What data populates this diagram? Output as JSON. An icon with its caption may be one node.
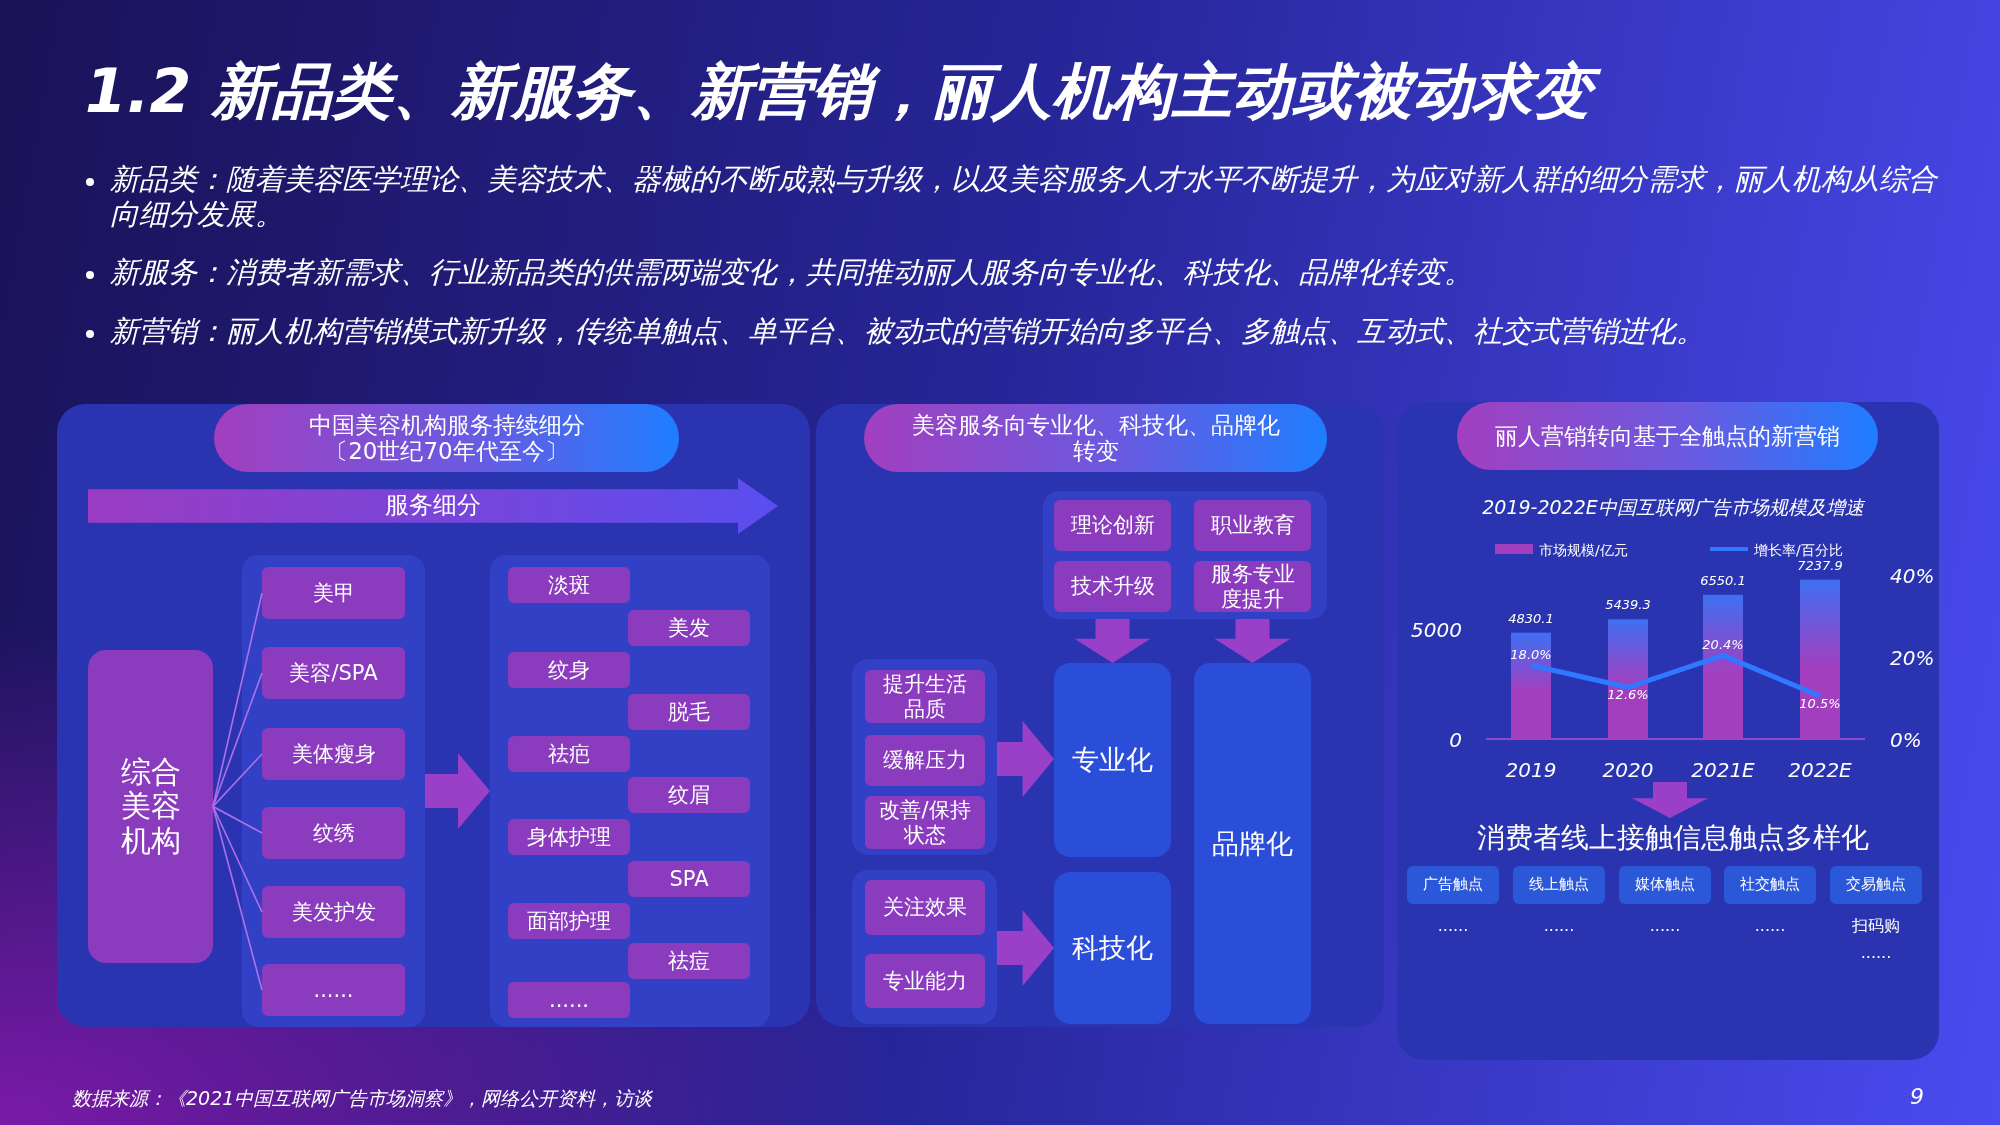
{
  "diagram": {
    "title": "1.2 新品类、新服务、新营销，丽人机构主动或被动求变",
    "nodes": [
      {
        "text": [
          "中国美容机构服务持续细分〔20世纪70年代至今〕"
        ]
      },
      {
        "text": [
          "服务细分"
        ],
        "in": 0
      },
      {
        "text": [
          "综合美容机构"
        ],
        "in": 0
      },
      {
        "text": [],
        "shape": "box",
        "in": 0
      },
      {
        "text": [
          "美甲"
        ],
        "in": 3
      },
      {
        "text": [
          "美容/SPA"
        ],
        "in": 3
      },
      {
        "text": [
          "美体瘦身"
        ],
        "in": 3
      },
      {
        "text": [
          "纹绣"
        ],
        "in": 3
      },
      {
        "text": [
          "美发护发"
        ],
        "in": 3
      },
      {
        "text": [
          "......"
        ],
        "in": 3
      },
      {
        "text": [],
        "shape": "box",
        "in": 0
      },
      {
        "text": [
          "淡斑"
        ],
        "in": 10
      },
      {
        "text": [
          "美发"
        ],
        "in": 10
      },
      {
        "text": [
          "纹身"
        ],
        "in": 10
      },
      {
        "text": [
          "脱毛"
        ],
        "in": 10
      },
      {
        "text": [
          "祛疤"
        ],
        "in": 10
      },
      {
        "text": [
          "纹眉"
        ],
        "in": 10
      },
      {
        "text": [
          "身体护理"
        ],
        "in": 10
      },
      {
        "text": [
          "SPA"
        ],
        "in": 10
      },
      {
        "text": [
          "面部护理"
        ],
        "in": 10
      },
      {
        "text": [
          "祛痘"
        ],
        "in": 10
      },
      {
        "text": [
          "......"
        ],
        "in": 10
      },
      {
        "text": [
          "美容服务向专业化、科技化、品牌化转变"
        ]
      },
      {
        "text": [],
        "shape": "box",
        "in": 22
      },
      {
        "text": [
          "理论创新"
        ],
        "in": 23
      },
      {
        "text": [
          "职业教育"
        ],
        "in": 23
      },
      {
        "text": [
          "技术升级"
        ],
        "in": 23
      },
      {
        "text": [
          "服务专业度提升"
        ],
        "in": 23
      },
      {
        "text": [],
        "shape": "box",
        "in": 22
      },
      {
        "text": [
          "提升生活品质"
        ],
        "in": 28
      },
      {
        "text": [
          "缓解压力"
        ],
        "in": 28
      },
      {
        "text": [
          "改善/保持状态"
        ],
        "in": 28
      },
      {
        "text": [],
        "shape": "box",
        "in": 22
      },
      {
        "text": [
          "关注效果"
        ],
        "in": 32
      },
      {
        "text": [
          "专业能力"
        ],
        "in": 32
      },
      {
        "text": [
          "专业化"
        ],
        "in": 22
      },
      {
        "text": [
          "科技化"
        ],
        "in": 22
      },
      {
        "text": [
          "品牌化"
        ],
        "in": 22
      },
      {
        "text": [
          "丽人营销转向基于全触点的新营销"
        ]
      },
      {
        "text": [
          "消费者线上接触信息触点多样化"
        ],
        "in": 38
      },
      {
        "text": [
          "广告触点"
        ],
        "in": 38,
        "beside": [
          "......"
        ]
      },
      {
        "text": [
          "线上触点"
        ],
        "in": 38,
        "beside": [
          "......"
        ]
      },
      {
        "text": [
          "媒体触点"
        ],
        "in": 38,
        "beside": [
          "......"
        ]
      },
      {
        "text": [
          "社交触点"
        ],
        "in": 38,
        "beside": [
          "......"
        ]
      },
      {
        "text": [
          "交易触点"
        ],
        "in": 38,
        "beside": [
          "扫码购",
          "......"
        ]
      }
    ],
    "edges": [
      {
        "from": 2,
        "to": 4,
        "arrow": "none"
      },
      {
        "from": 2,
        "to": 5,
        "arrow": "none"
      },
      {
        "from": 2,
        "to": 6,
        "arrow": "none"
      },
      {
        "from": 2,
        "to": 7,
        "arrow": "none"
      },
      {
        "from": 2,
        "to": 8,
        "arrow": "none"
      },
      {
        "from": 2,
        "to": 9,
        "arrow": "none"
      },
      {
        "from": 3,
        "to": 10,
        "arrow": "to",
        "style": "thick"
      },
      {
        "from": 23,
        "to": 35,
        "arrow": "to",
        "style": "thick"
      },
      {
        "from": 23,
        "to": 37,
        "arrow": "to",
        "style": "thick"
      },
      {
        "from": 28,
        "to": 35,
        "arrow": "to",
        "style": "thick"
      },
      {
        "from": 32,
        "to": 36,
        "arrow": "to",
        "style": "thick"
      },
      {
        "from": null,
        "to": 39,
        "arrow": "to",
        "style": "thick"
      }
    ],
    "labels": [
      "新品类：随着美容医学理论、美容技术、器械的不断成熟与升级，以及美容服务人才水平不断提升，为应对新人群的细分需求，丽人机构从综合向细分发展。",
      "新服务：消费者新需求、行业新品类的供需两端变化，共同推动丽人服务向专业化、科技化、品牌化转变。",
      "新营销：丽人机构营销模式新升级，传统单触点、单平台、被动式的营销开始向多平台、多触点、互动式、社交式营销进化。",
      "数据来源：《2021中国互联网广告市场洞察》，网络公开资料，访谈",
      "9"
    ],
    "chart_data": {
      "type": "bar",
      "title": "2019-2022E中国互联网广告市场规模及增速",
      "categories": [
        "2019",
        "2020",
        "2021E",
        "2022E"
      ],
      "series": [
        {
          "name": "市场规模/亿元",
          "color": "#a23fbf",
          "values": [
            4830.1,
            5439.3,
            6550.1,
            7237.9
          ],
          "value_labels": [
            "4830.1",
            "5439.3",
            "6550.1",
            "7237.9"
          ]
        },
        {
          "name": "增长率/百分比",
          "color": "#2f78ff",
          "values": [
            18.0,
            12.6,
            20.4,
            10.5
          ],
          "value_labels": [
            "18.0%",
            "12.6%",
            "20.4%",
            "10.5%"
          ],
          "type": "line",
          "axis": "y2"
        }
      ],
      "legend": "top",
      "ylim": [
        0,
        7450
      ],
      "yticks": [
        {
          "value": 0,
          "label": "0"
        },
        {
          "value": 5000,
          "label": "5000"
        }
      ],
      "y2lim": [
        0,
        40
      ],
      "y2ticks": [
        {
          "value": 0,
          "label": "0%"
        },
        {
          "value": 20,
          "label": "20%"
        },
        {
          "value": 40,
          "label": "40%"
        }
      ]
    }
  }
}
